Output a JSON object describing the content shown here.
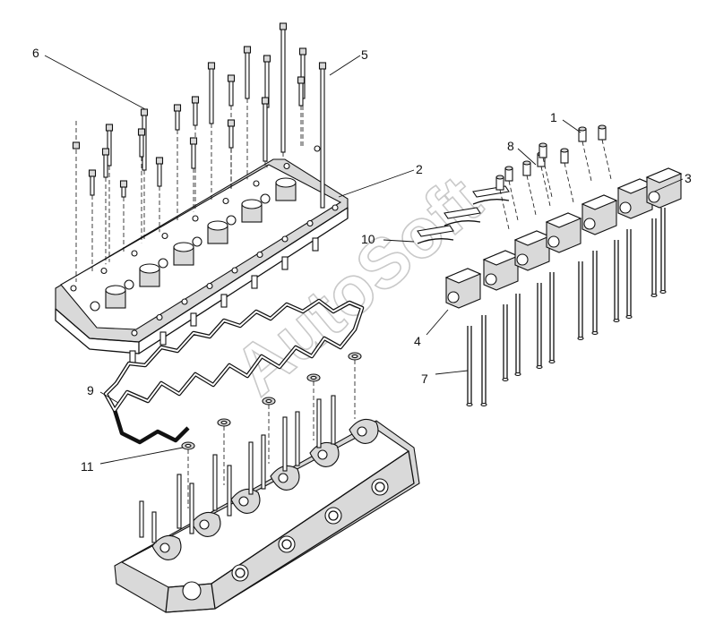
{
  "watermark": "AutoSoft",
  "callouts": [
    {
      "id": "c1",
      "label": "1"
    },
    {
      "id": "c2",
      "label": "2"
    },
    {
      "id": "c3",
      "label": "3"
    },
    {
      "id": "c4",
      "label": "4"
    },
    {
      "id": "c5",
      "label": "5"
    },
    {
      "id": "c6",
      "label": "6"
    },
    {
      "id": "c7",
      "label": "7"
    },
    {
      "id": "c8",
      "label": "8"
    },
    {
      "id": "c9",
      "label": "9"
    },
    {
      "id": "c10",
      "label": "10"
    },
    {
      "id": "c11",
      "label": "11"
    }
  ]
}
